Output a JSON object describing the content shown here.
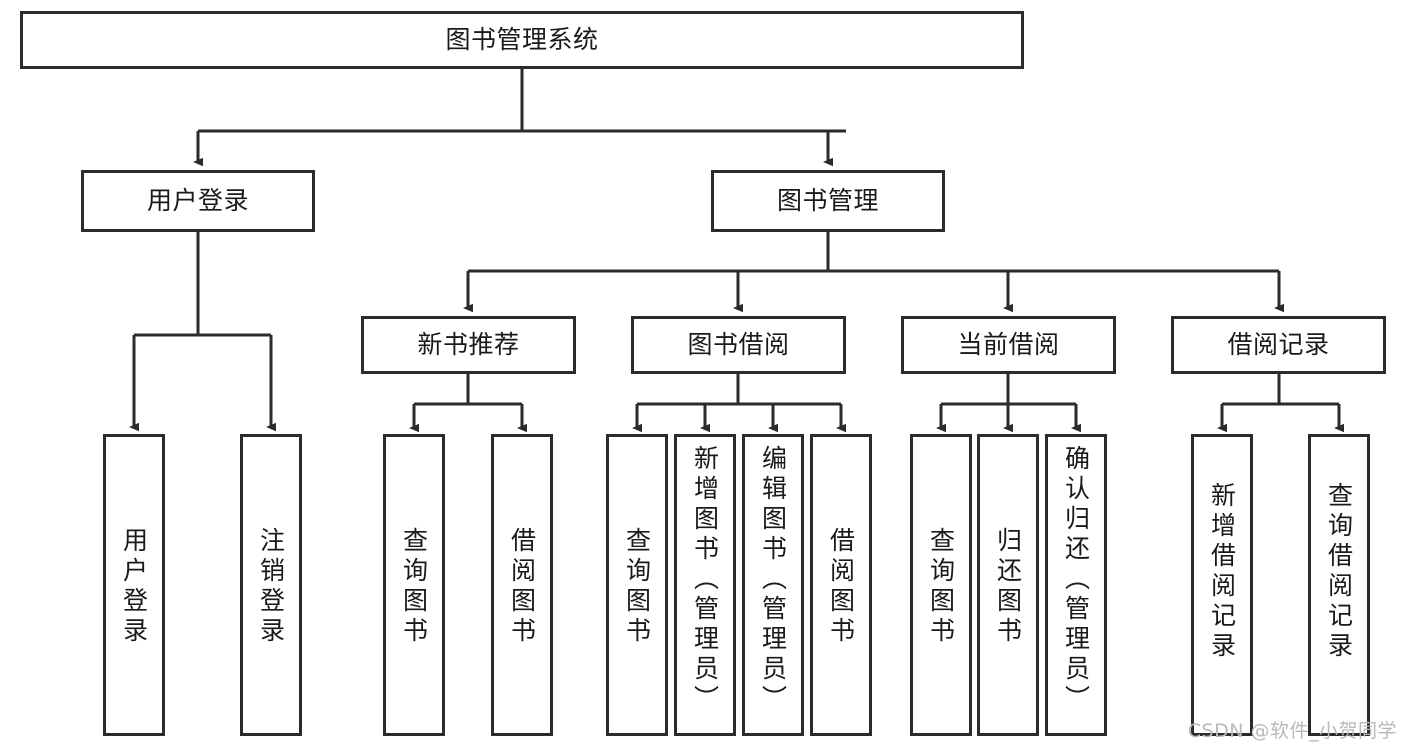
{
  "diagram": {
    "title_node": {
      "id": "root",
      "label": "图书管理系统"
    },
    "level2": [
      {
        "id": "user-login",
        "label": "用户登录"
      },
      {
        "id": "book-manage",
        "label": "图书管理"
      }
    ],
    "level3": [
      {
        "id": "new-book-recommend",
        "label": "新书推荐"
      },
      {
        "id": "book-borrow",
        "label": "图书借阅"
      },
      {
        "id": "current-borrow",
        "label": "当前借阅"
      },
      {
        "id": "borrow-record",
        "label": "借阅记录"
      }
    ],
    "leaves": [
      {
        "id": "leaf-user-login",
        "label": "用户登录",
        "parent": "用户登录"
      },
      {
        "id": "leaf-user-logout",
        "label": "注销登录",
        "parent": "用户登录"
      },
      {
        "id": "leaf-query-book-1",
        "label": "查询图书",
        "parent": "新书推荐"
      },
      {
        "id": "leaf-borrow-book-1",
        "label": "借阅图书",
        "parent": "新书推荐"
      },
      {
        "id": "leaf-query-book-2",
        "label": "查询图书",
        "parent": "图书借阅"
      },
      {
        "id": "leaf-add-book",
        "label": "新增图书（管理员）",
        "parent": "图书借阅"
      },
      {
        "id": "leaf-edit-book",
        "label": "编辑图书（管理员）",
        "parent": "图书借阅"
      },
      {
        "id": "leaf-borrow-book-2",
        "label": "借阅图书",
        "parent": "图书借阅"
      },
      {
        "id": "leaf-query-book-3",
        "label": "查询图书",
        "parent": "当前借阅"
      },
      {
        "id": "leaf-return-book",
        "label": "归还图书",
        "parent": "当前借阅"
      },
      {
        "id": "leaf-confirm-return",
        "label": "确认归还（管理员）",
        "parent": "当前借阅"
      },
      {
        "id": "leaf-add-record",
        "label": "新增借阅记录",
        "parent": "借阅记录"
      },
      {
        "id": "leaf-query-record",
        "label": "查询借阅记录",
        "parent": "借阅记录"
      }
    ],
    "watermark": "CSDN @软件_小贺同学",
    "colors": {
      "stroke": "#2b2b2b",
      "fill": "#ffffff",
      "text": "#1a1a1a",
      "watermark": "#b9b9b9"
    }
  }
}
